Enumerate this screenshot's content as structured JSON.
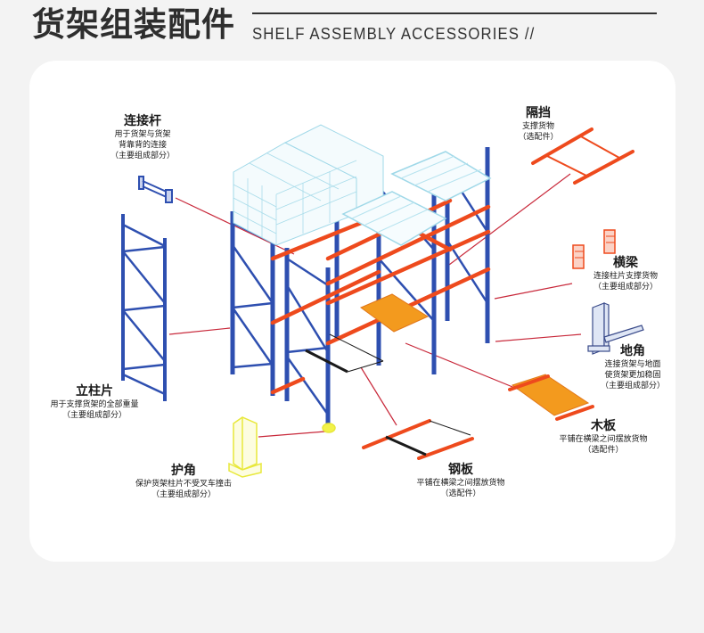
{
  "header": {
    "title_cn": "货架组装配件",
    "title_en": "SHELF ASSEMBLY ACCESSORIES //"
  },
  "colors": {
    "upright": "#2e4fb0",
    "beam": "#ee4a1d",
    "leader": "#c8283a",
    "pallet": "#9fd8e8",
    "wood_board": "#f39a1e",
    "guard": "#f2f24a",
    "background": "#f3f3f3",
    "card": "#ffffff"
  },
  "labels": {
    "connector": {
      "name": "连接杆",
      "desc": [
        "用于货架与货架",
        "背靠背的连接",
        "（主要组成部分）"
      ]
    },
    "divider": {
      "name": "隔挡",
      "desc": [
        "支撑货物",
        "（选配件）"
      ]
    },
    "beam": {
      "name": "横梁",
      "desc": [
        "连接柱片支撑货物",
        "（主要组成部分）"
      ]
    },
    "floor_anchor": {
      "name": "地角",
      "desc": [
        "连接货架与地面",
        "使货架更加稳固",
        "（主要组成部分）"
      ]
    },
    "upright_frame": {
      "name": "立柱片",
      "desc": [
        "用于支撑货架的全部重量",
        "（主要组成部分）"
      ]
    },
    "wood_board": {
      "name": "木板",
      "desc": [
        "平铺在横梁之间摆放货物",
        "（选配件）"
      ]
    },
    "steel_panel": {
      "name": "钢板",
      "desc": [
        "平铺在横梁之间摆放货物",
        "（选配件）"
      ]
    },
    "column_guard": {
      "name": "护角",
      "desc": [
        "保护货架柱片不受叉车撞击",
        "（主要组成部分）"
      ]
    }
  }
}
